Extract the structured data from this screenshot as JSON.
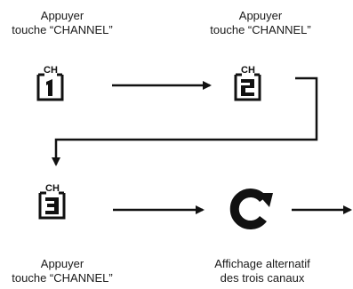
{
  "steps": [
    {
      "line1": "Appuyer",
      "line2": "touche “CHANNEL”",
      "ch_text": "CH",
      "digit": "1"
    },
    {
      "line1": "Appuyer",
      "line2": "touche “CHANNEL”",
      "ch_text": "CH",
      "digit": "2"
    },
    {
      "line1": "Appuyer",
      "line2": "touche “CHANNEL”",
      "ch_text": "CH",
      "digit": "3"
    }
  ],
  "final_step": {
    "line1": "Affichage alternatif",
    "line2": "des trois canaux",
    "icon": "cycle-arrow-icon"
  }
}
